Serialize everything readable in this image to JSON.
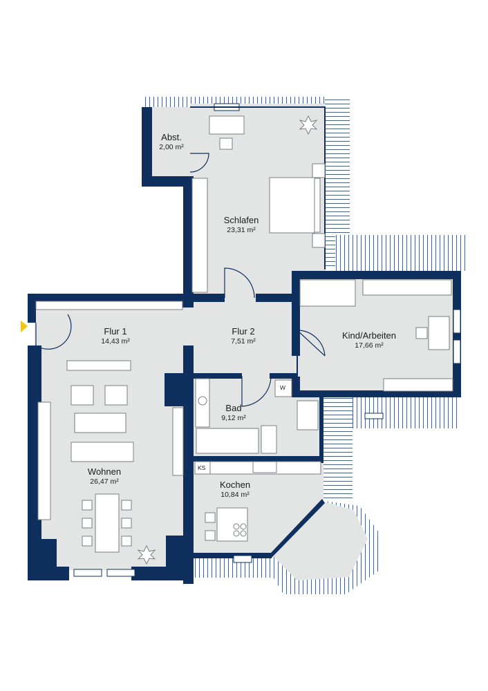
{
  "colors": {
    "wall": "#0f2f5f",
    "floor": "#e3e4e4",
    "roof_line": "#1a3b6b",
    "furniture_stroke": "#7a7d82",
    "entrance_marker": "#f0c419"
  },
  "rooms": [
    {
      "name": "Abst.",
      "area": "2,00 m²"
    },
    {
      "name": "Schlafen",
      "area": "23,31 m²"
    },
    {
      "name": "Flur 1",
      "area": "14,43 m²"
    },
    {
      "name": "Flur 2",
      "area": "7,51 m²"
    },
    {
      "name": "Kind/Arbeiten",
      "area": "17,66 m²"
    },
    {
      "name": "Bad",
      "area": "9,12 m²"
    },
    {
      "name": "Wohnen",
      "area": "26,47 m²"
    },
    {
      "name": "Kochen",
      "area": "10,84 m²"
    }
  ],
  "tags": {
    "washer": "W",
    "fridge": "KS"
  },
  "icons": [
    "plant-icon",
    "entrance-arrow-icon"
  ]
}
